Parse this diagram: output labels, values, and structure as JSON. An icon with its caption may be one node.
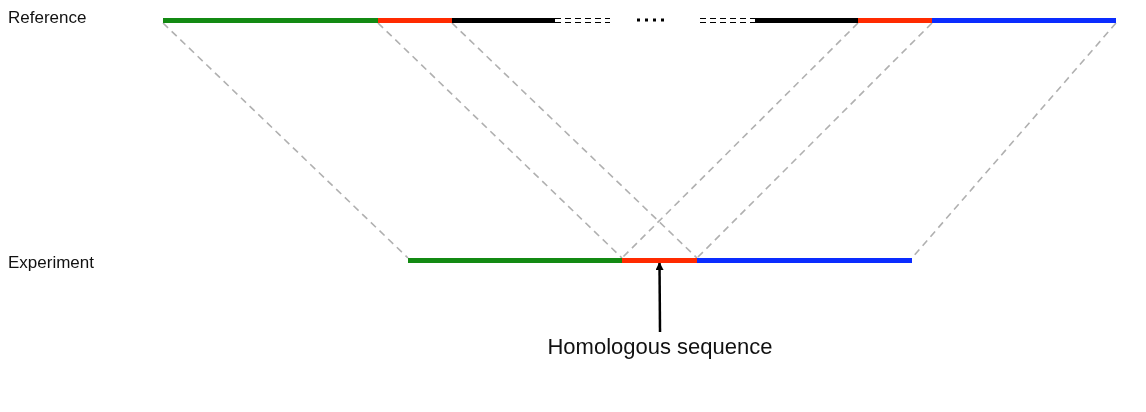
{
  "diagram": {
    "nodes": [
      {
        "text": [],
        "shape": "bar"
      },
      {
        "text": [],
        "shape": "bar"
      },
      {
        "text": [],
        "shape": "bar"
      },
      {
        "text": [],
        "shape": "bar"
      },
      {
        "text": [],
        "shape": "bar"
      },
      {
        "text": [],
        "shape": "bar"
      },
      {
        "text": [],
        "shape": "bar"
      },
      {
        "text": [],
        "shape": "bar"
      },
      {
        "text": [],
        "shape": "bar"
      },
      {
        "text": [
          "Homologous sequence"
        ]
      }
    ],
    "edges": [
      {
        "from": 0,
        "to": 6,
        "arrow": "none",
        "style": "dashed"
      },
      {
        "from": 1,
        "to": 7,
        "arrow": "none",
        "style": "dashed"
      },
      {
        "from": 1,
        "to": 7,
        "arrow": "none",
        "style": "dashed"
      },
      {
        "from": 4,
        "to": 7,
        "arrow": "none",
        "style": "dashed"
      },
      {
        "from": 4,
        "to": 7,
        "arrow": "none",
        "style": "dashed"
      },
      {
        "from": 5,
        "to": 8,
        "arrow": "none",
        "style": "dashed"
      },
      {
        "from": 9,
        "to": 7,
        "arrow": "to",
        "color": "#000000"
      }
    ],
    "labels": [
      "Reference",
      "Experiment"
    ]
  }
}
